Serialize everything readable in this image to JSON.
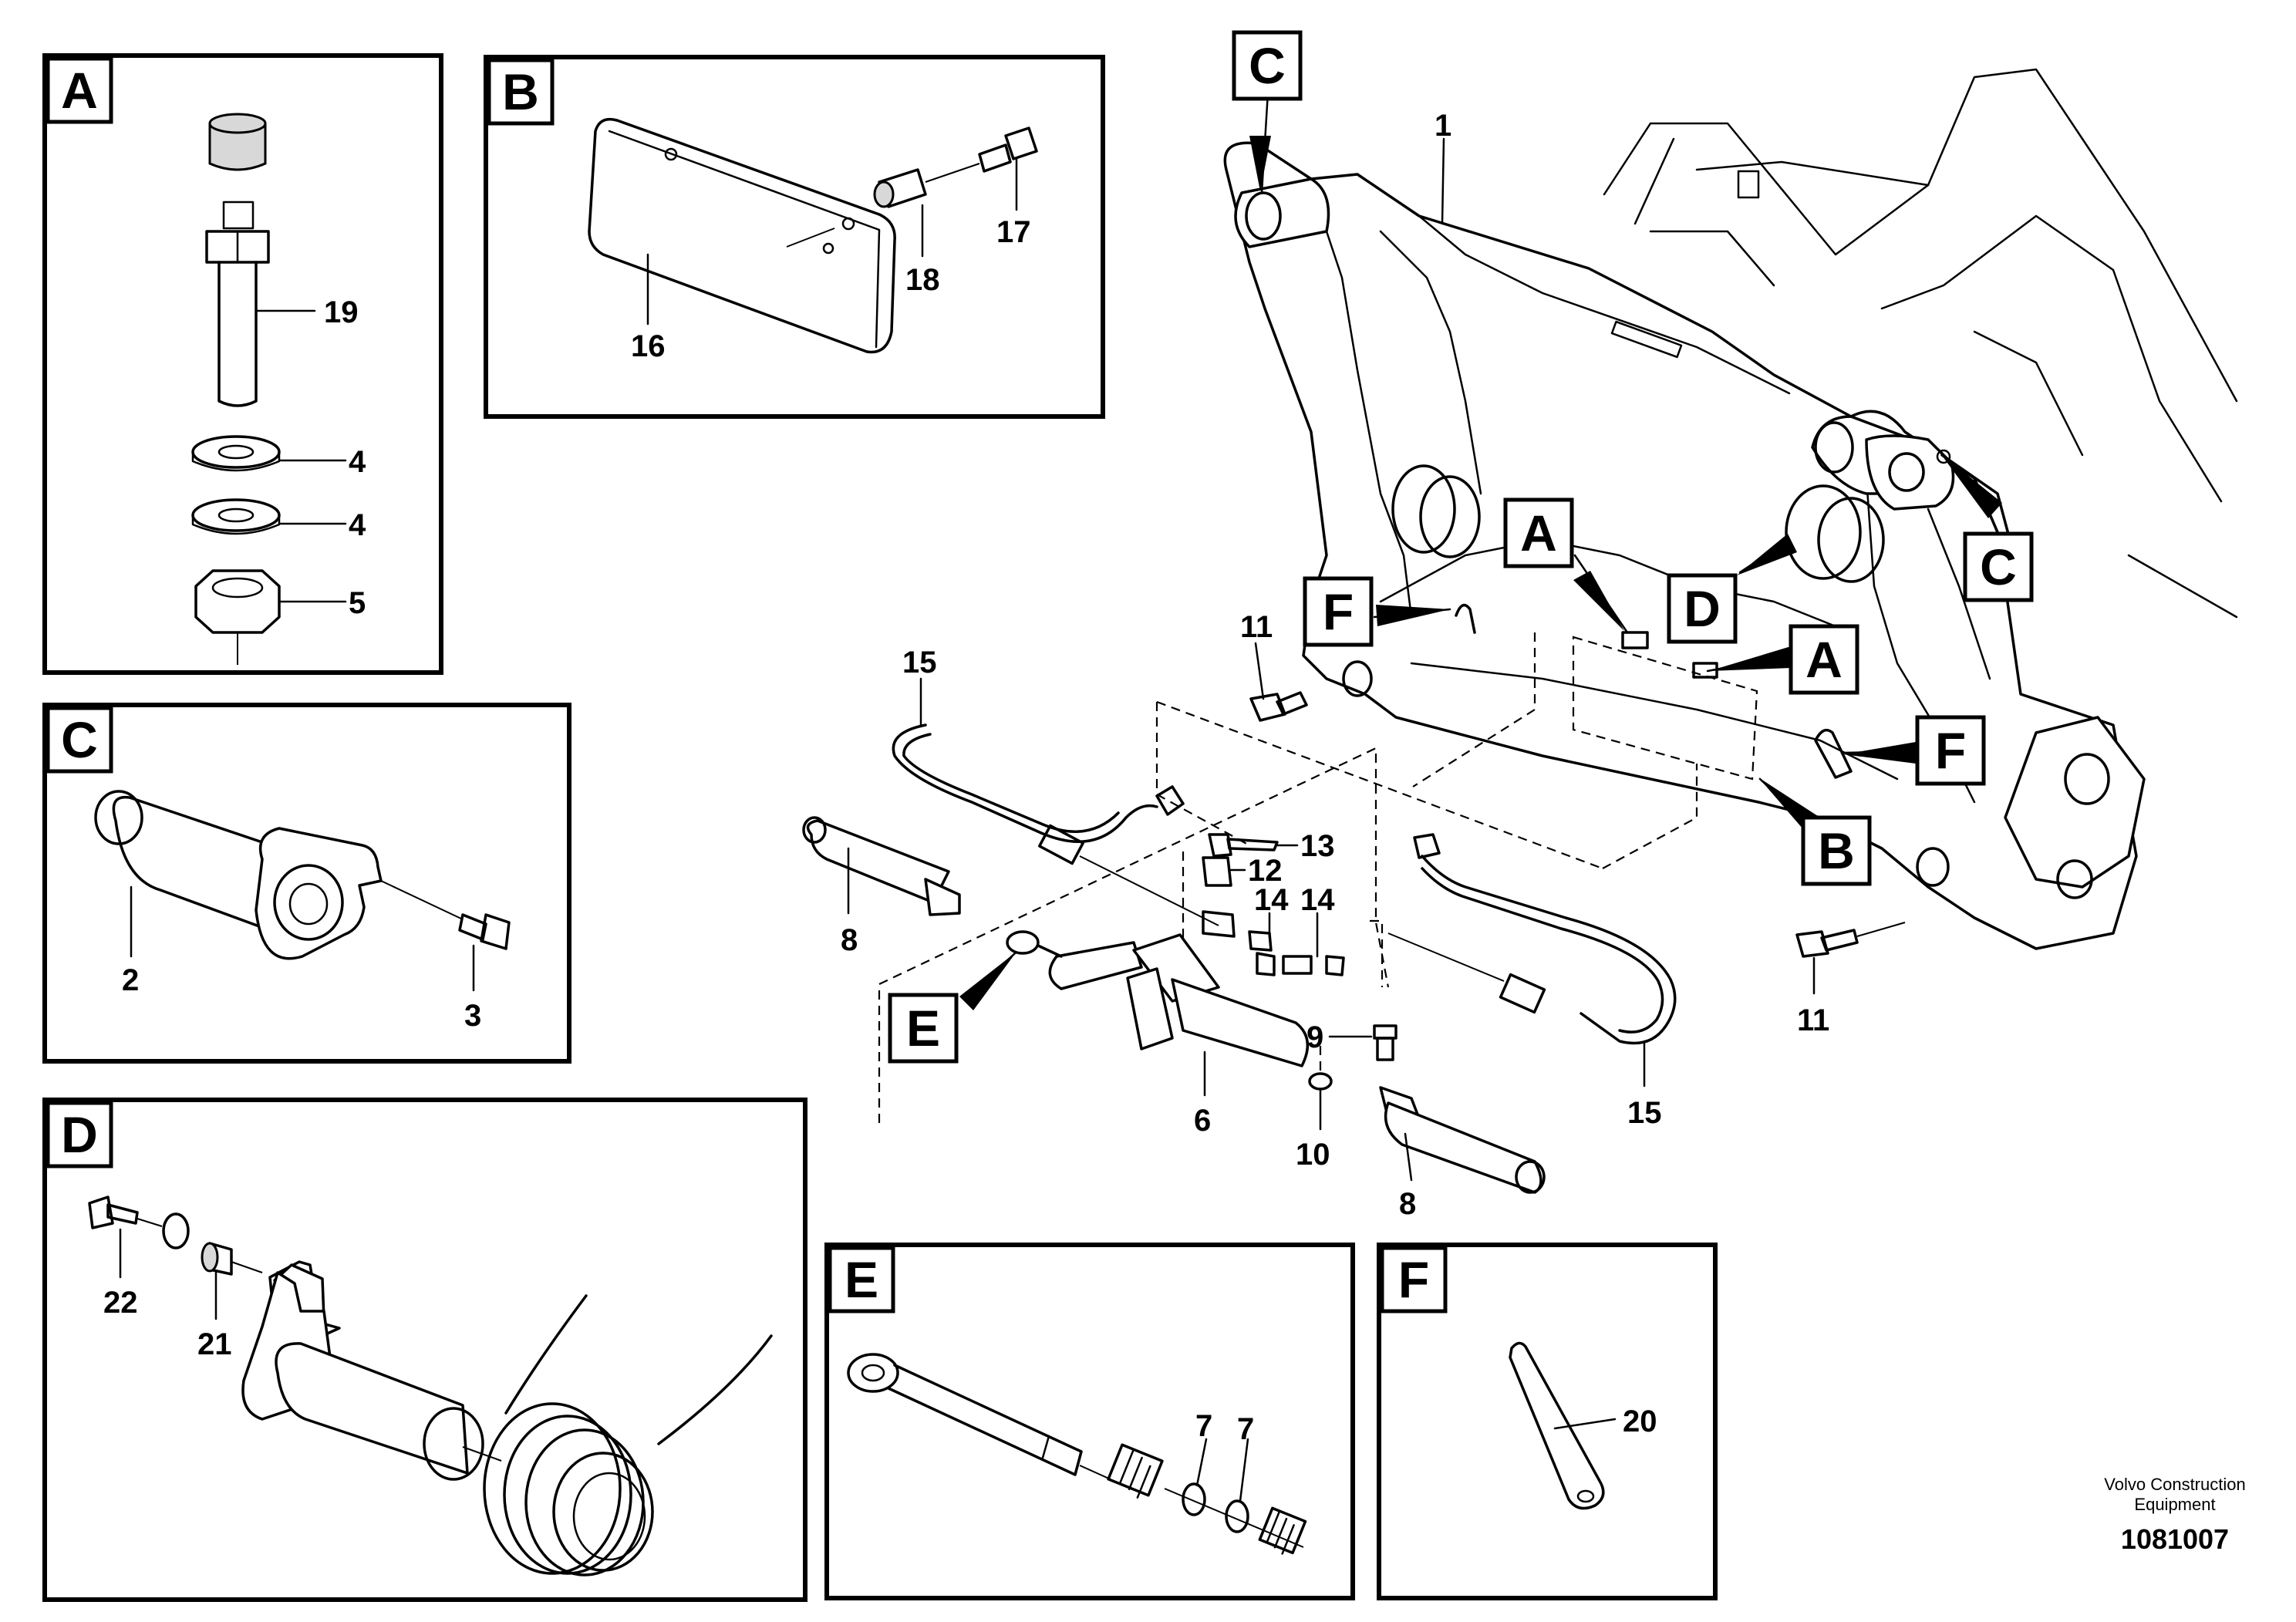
{
  "panels": [
    {
      "id": "A",
      "label": "A",
      "parts": [
        "19",
        "4",
        "4",
        "5"
      ]
    },
    {
      "id": "B",
      "label": "B",
      "parts": [
        "16",
        "17",
        "18"
      ]
    },
    {
      "id": "C",
      "label": "C",
      "parts": [
        "2",
        "3"
      ]
    },
    {
      "id": "D",
      "label": "D",
      "parts": [
        "22",
        "21"
      ]
    },
    {
      "id": "E",
      "label": "E",
      "parts": [
        "7",
        "7"
      ]
    },
    {
      "id": "F",
      "label": "F",
      "parts": [
        "20"
      ]
    }
  ],
  "main_callouts": [
    "C",
    "C",
    "A",
    "A",
    "D",
    "F",
    "F",
    "B",
    "E"
  ],
  "main_parts": [
    "1",
    "11",
    "11",
    "15",
    "15",
    "13",
    "12",
    "14",
    "14",
    "8",
    "8",
    "9",
    "10",
    "6"
  ],
  "credit": {
    "line1": "Volvo Construction",
    "line2": "Equipment"
  },
  "doc_number": "1081007"
}
